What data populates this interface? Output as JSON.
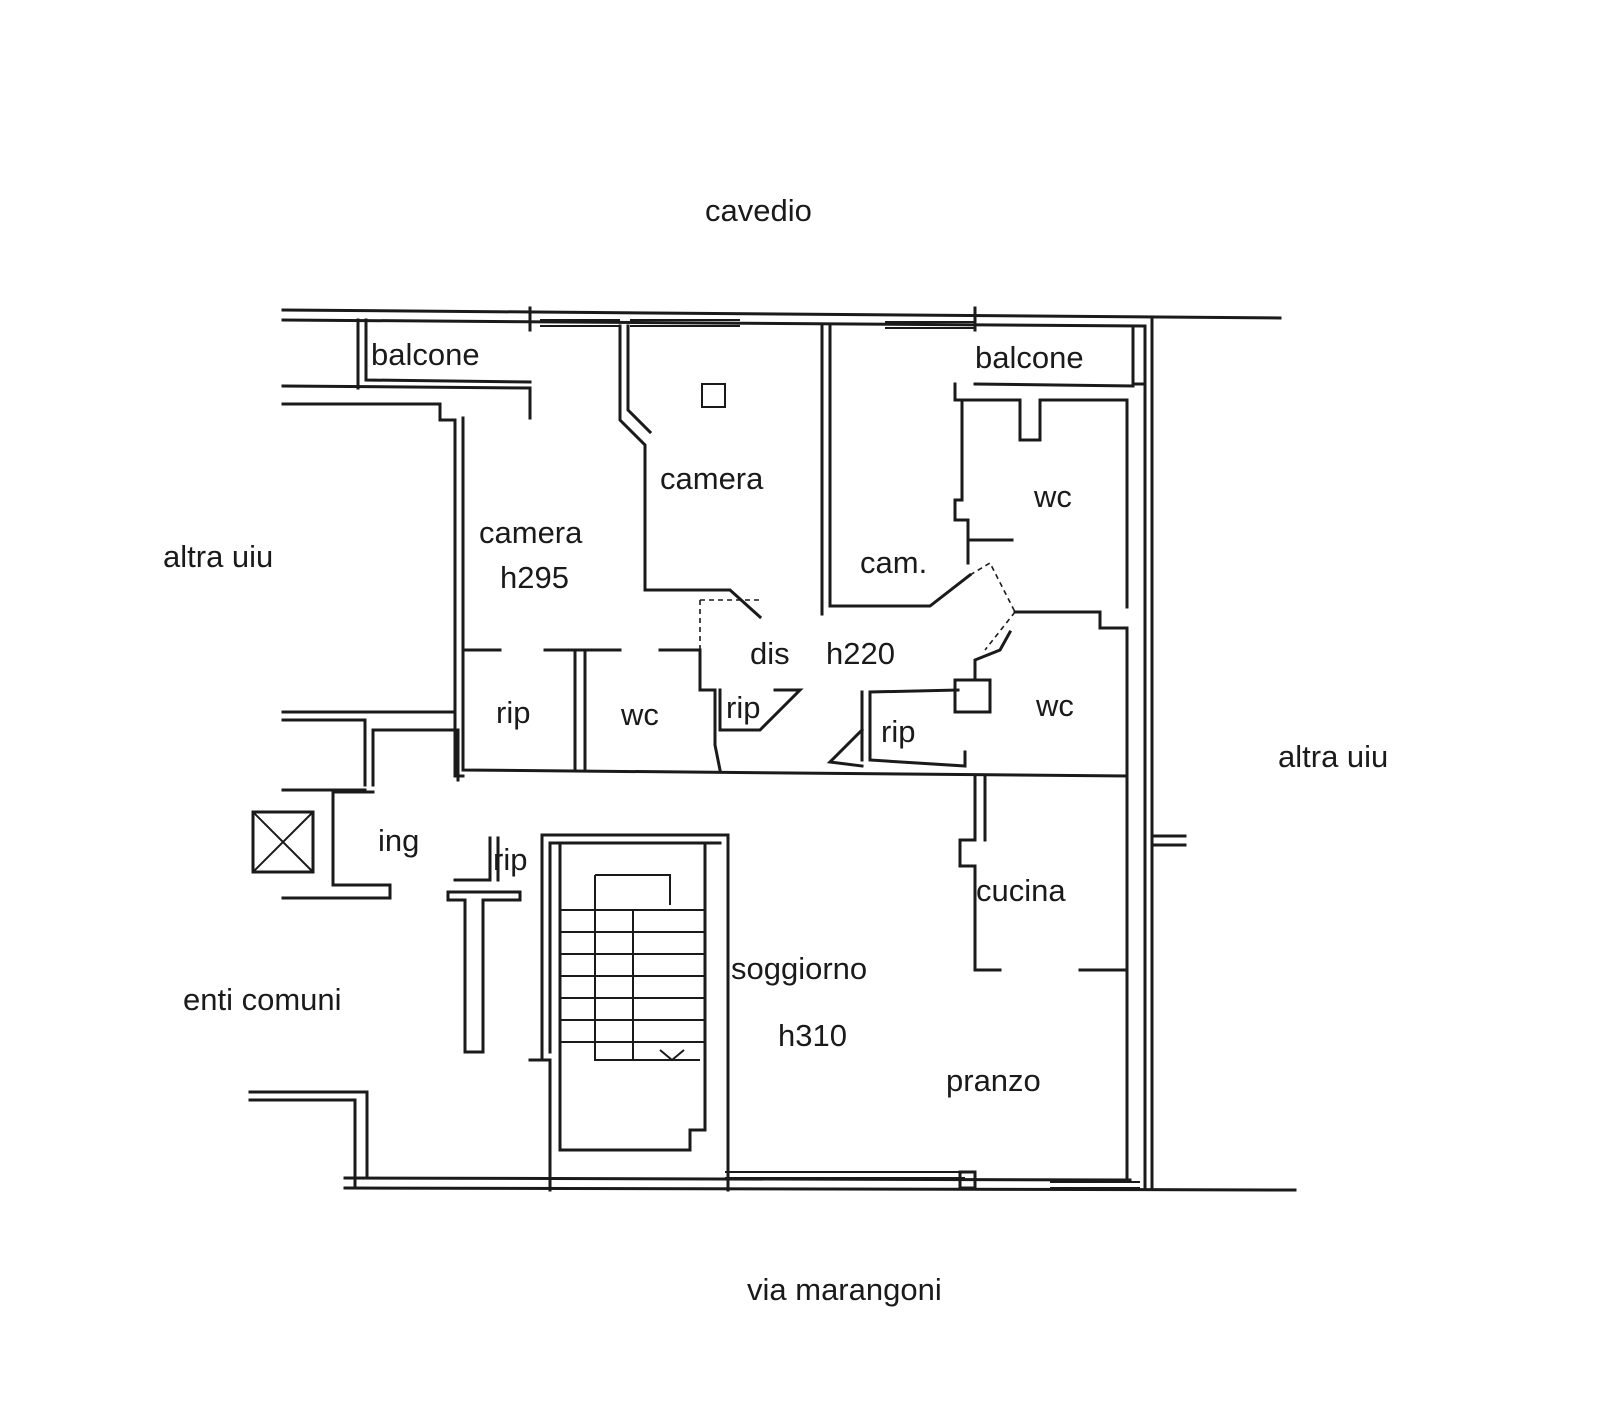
{
  "surroundings": {
    "top": "cavedio",
    "bottom": "via marangoni",
    "left_upper": "altra uiu",
    "right": "altra uiu",
    "left_lower": "enti comuni"
  },
  "rooms": {
    "balcone_left": "balcone",
    "balcone_right": "balcone",
    "camera_center": "camera",
    "camera_left": "camera",
    "camera_left_height": "h295",
    "cam_small": "cam.",
    "wc_upper_right": "wc",
    "dis": "dis",
    "dis_height": "h220",
    "rip_left": "rip",
    "wc_middle": "wc",
    "rip_corridor": "rip",
    "rip_right": "rip",
    "wc_lower_right": "wc",
    "ing": "ing",
    "rip_entrance": "rip",
    "cucina": "cucina",
    "soggiorno": "soggiorno",
    "soggiorno_height": "h310",
    "pranzo": "pranzo"
  }
}
